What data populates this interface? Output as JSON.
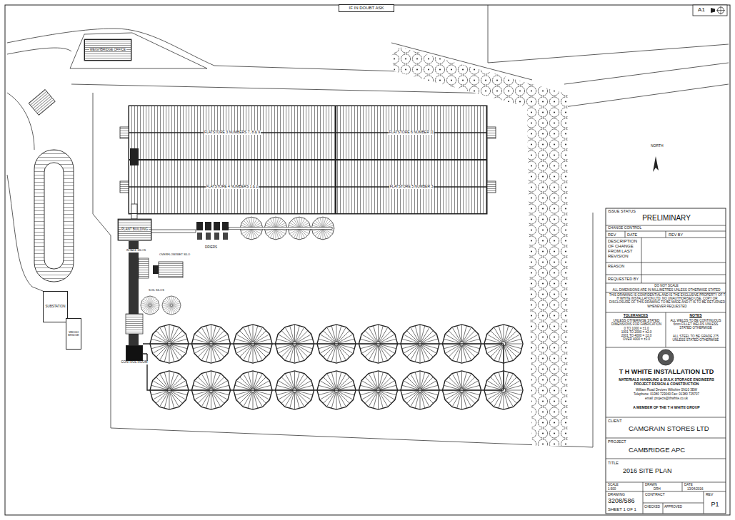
{
  "diagram": {
    "nodes": [
      {
        "text": [
          "IF IN DOUBT ASK"
        ]
      },
      {
        "text": [
          "WEIGHBRIDGE OFFICE"
        ]
      },
      {
        "text": [
          "FLATSTORE 3 NUMBERS 7, 8 & 9"
        ]
      },
      {
        "text": [
          "FLATSTORE 6 NUMBER 11"
        ]
      },
      {
        "text": [
          "FLATSTORE 4 NUMBERS 1 & 2"
        ]
      },
      {
        "text": [
          "FLATSTORE 5 NUMBER 3"
        ]
      },
      {
        "text": [
          "PLANT BUILDING"
        ]
      },
      {
        "text": [
          "SUBSTATION"
        ]
      },
      {
        "text": [
          "WEIGH BRIDGE"
        ]
      },
      {
        "text": [
          "CONTROL ROOM"
        ]
      }
    ],
    "labels": [
      "A1",
      "ISSUE STATUS",
      "PRELIMINARY",
      "CHANGE CONTROL",
      "REV",
      "DATE",
      "REV BY",
      "DESCRIPTION OF CHANGE FROM LAST REVISION",
      "REASON",
      "REQUESTED BY",
      "DO NOT SCALE",
      "ALL DIMENSIONS ARE IN MILLIMETRES UNLESS OTHERWISE STATED",
      "THIS DRAWING IS CONFIDENTIAL AND IS THE EXCLUSIVE PROPERTY OF T H WHITE INSTALLATION LTD. NO UNAUTHORISED USE, COPY OR DISCLOSURE OF THIS DRAWING TO BE MADE AND IT IS TO BE RETURNED WHENEVER REQUESTED",
      "TOLERANCES",
      "NOTES",
      "UNLESS OTHERWISE STATED DIMENSIONS FOR FABRICATION",
      "0 TO 1000 = ±1.0",
      "1001 TO 2000 = ±2.0",
      "2001 TO 4000 = ±2.0",
      "OVER 4000 = ±3.0",
      "ALL WELDS TO BE CONTINUOUS 6mm FILLET WELDS UNLESS STATED OTHERWISE",
      "ALL STEEL TO BE GRADE 275 UNLESS STATED OTHERWISE",
      "T H WHITE INSTALLATION LTD",
      "MATERIALS HANDLING & BULK STORAGE ENGINEERS",
      "PROJECT DESIGN & CONSTRUCTION",
      "William Road Devizes Wiltshire SN10 3EW",
      "Telephone: 01380 723040 Fax: 01380 725707",
      "email: projects@thwhite.co.uk",
      "A MEMBER OF THE T H WHITE GROUP",
      "CLIENT",
      "CAMGRAIN STORES LTD",
      "PROJECT",
      "CAMBRIDGE APC",
      "TITLE",
      "2016 SITE PLAN",
      "SCALE",
      "1:500",
      "DRAWN",
      "DRH",
      "DATE",
      "13/04/2016",
      "DRAWING",
      "3208/586",
      "SHEET 1 OF 1",
      "CONTRACT",
      "CHECKED",
      "APPROVED",
      "REV",
      "P1",
      "NORTH",
      "DRIERS",
      "INTAKE SILOS",
      "OVERFLOW/WET SILO",
      "SOIL SILOS"
    ]
  }
}
